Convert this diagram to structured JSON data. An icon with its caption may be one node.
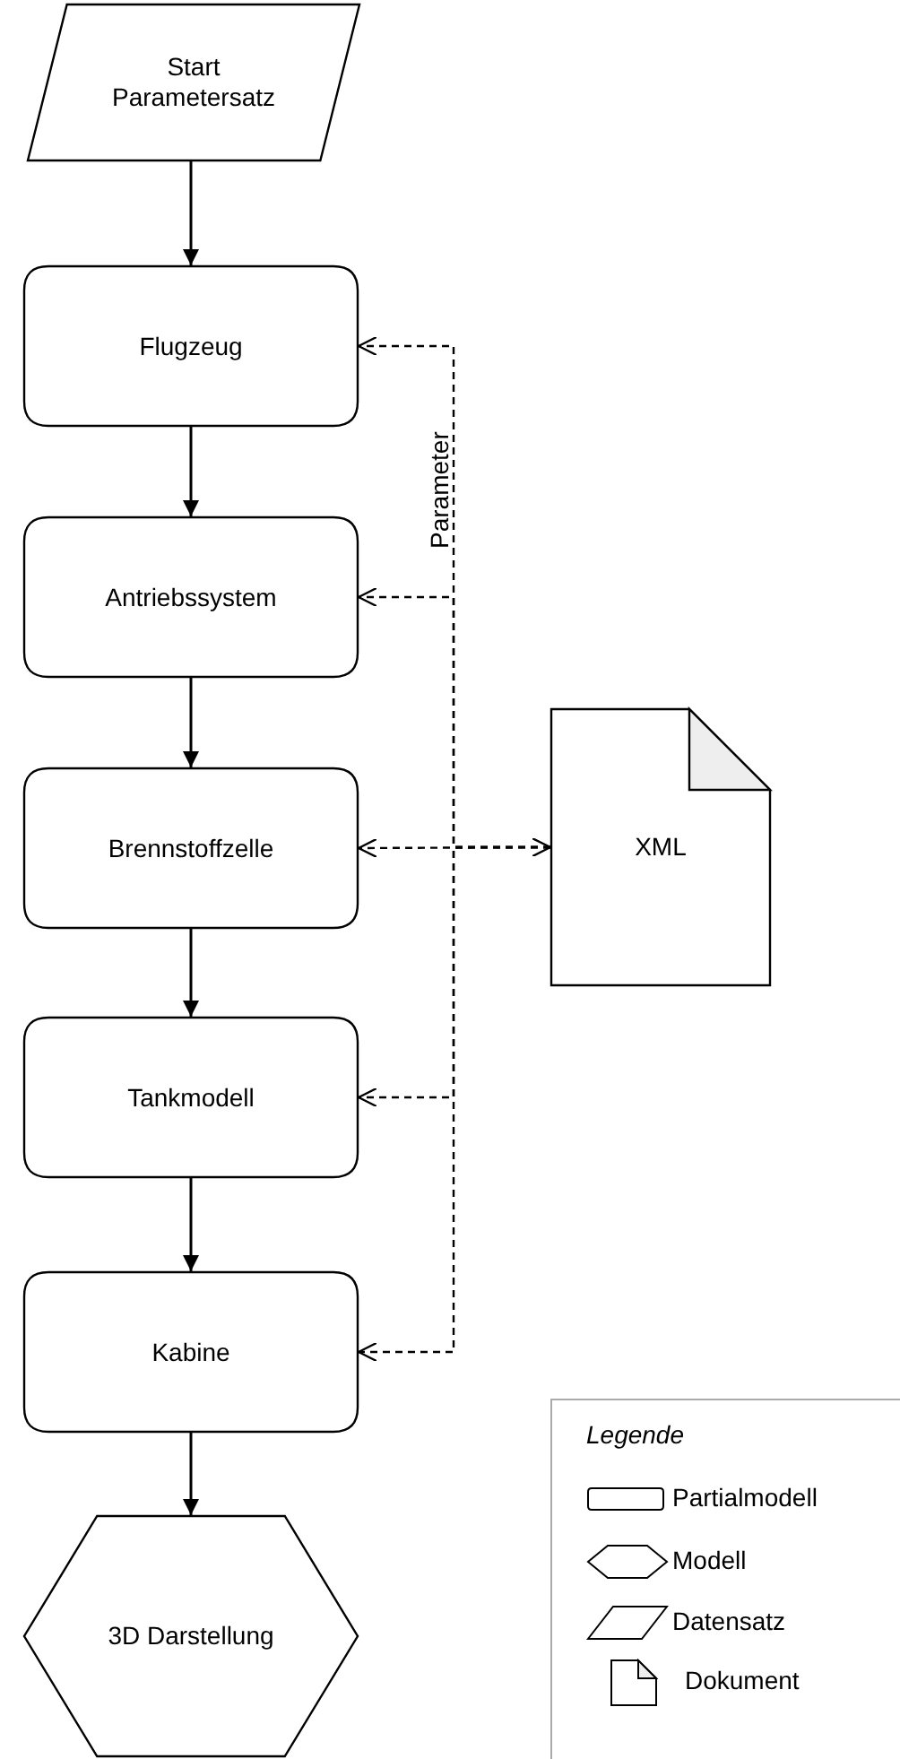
{
  "diagram": {
    "nodes": [
      {
        "text": [
          "Start Parametersatz"
        ]
      },
      {
        "text": [
          "Flugzeug"
        ]
      },
      {
        "text": [
          "Antriebssystem"
        ]
      },
      {
        "text": [
          "Brennstoffzelle"
        ]
      },
      {
        "text": [
          "Tankmodell"
        ]
      },
      {
        "text": [
          "Kabine"
        ]
      },
      {
        "text": [
          "3D Darstellung"
        ]
      },
      {
        "text": [
          "XML"
        ]
      }
    ],
    "edges": [
      {
        "from": 0,
        "to": 1,
        "arrow": "to"
      },
      {
        "from": 1,
        "to": 2,
        "arrow": "to"
      },
      {
        "from": 2,
        "to": 3,
        "arrow": "to"
      },
      {
        "from": 3,
        "to": 4,
        "arrow": "to"
      },
      {
        "from": 4,
        "to": 5,
        "arrow": "to"
      },
      {
        "from": 5,
        "to": 6,
        "arrow": "to"
      },
      {
        "from": 7,
        "to": 1,
        "arrow": "to",
        "style": "dashed"
      },
      {
        "from": 7,
        "to": 2,
        "arrow": "to",
        "style": "dashed"
      },
      {
        "from": 7,
        "to": 3,
        "arrow": "both",
        "style": "dashed"
      },
      {
        "from": 7,
        "to": 4,
        "arrow": "to",
        "style": "dashed"
      },
      {
        "from": 7,
        "to": 5,
        "arrow": "to",
        "style": "dashed"
      }
    ],
    "labels": [
      "Parameter",
      "Legende"
    ],
    "legend": [
      {
        "text": "Partialmodell"
      },
      {
        "text": "Modell"
      },
      {
        "text": "Datensatz"
      },
      {
        "text": "Dokument"
      }
    ]
  }
}
